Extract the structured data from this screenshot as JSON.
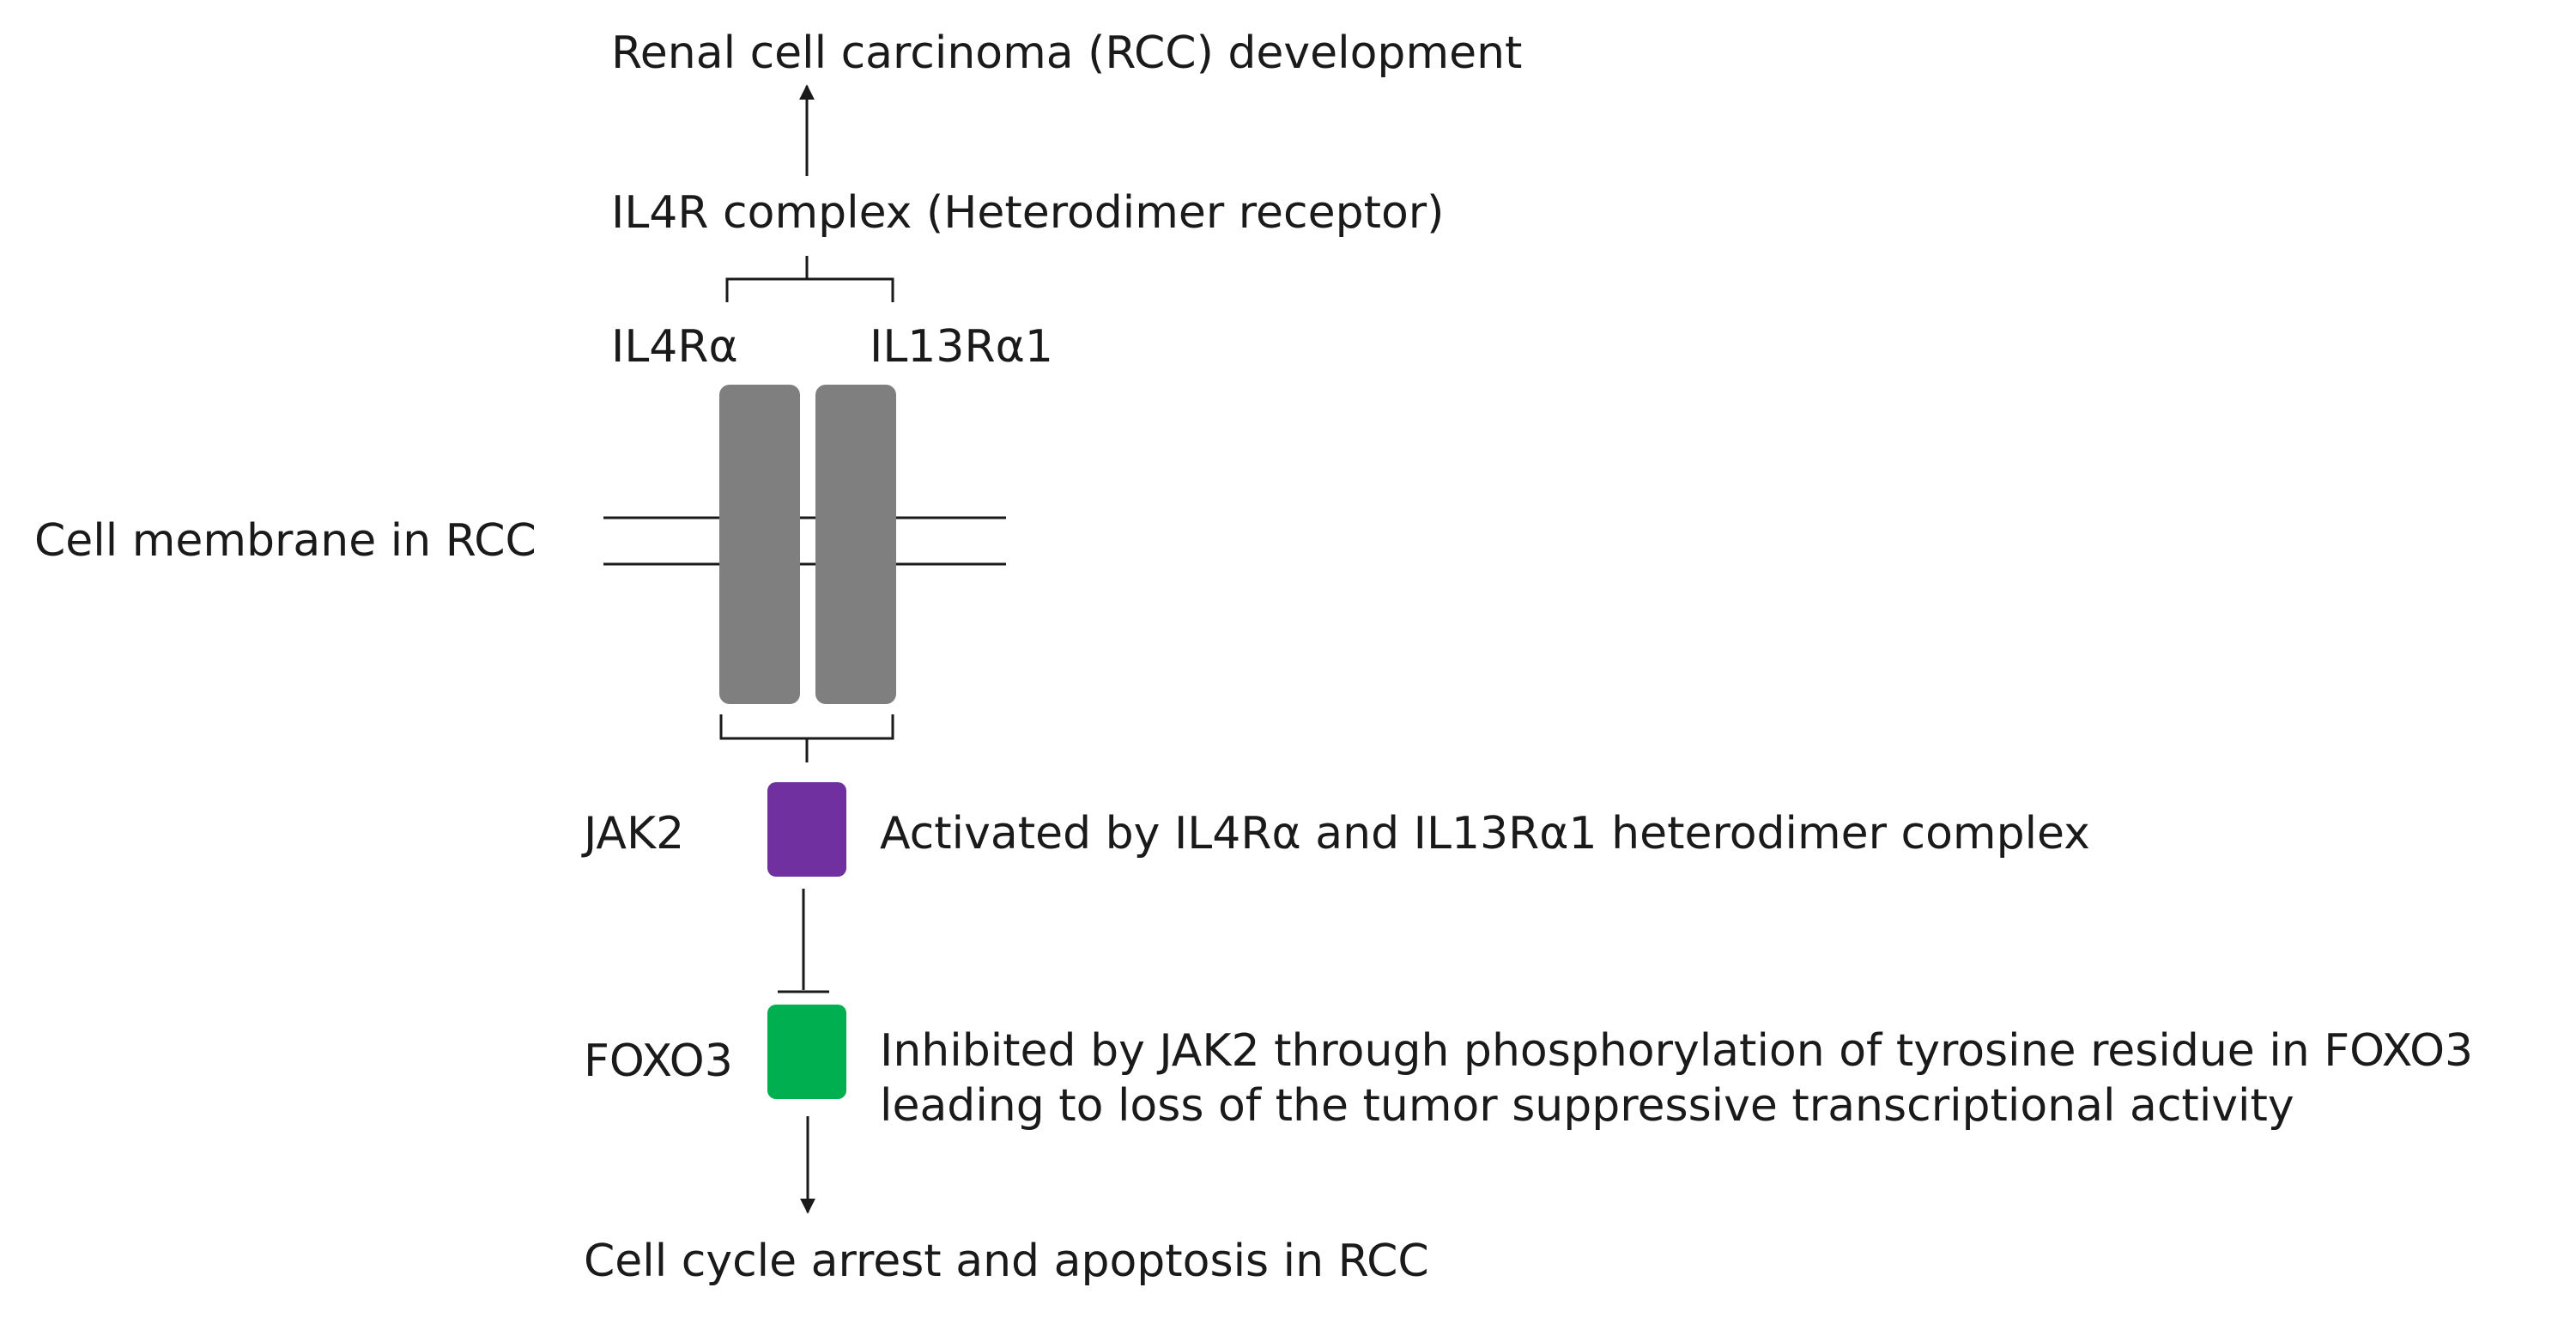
{
  "labels": {
    "top_outcome": "Renal cell carcinoma (RCC) development",
    "receptor_complex": "IL4R complex (Heterodimer receptor)",
    "subunit_left": "IL4Rα",
    "subunit_right": "IL13Rα1",
    "membrane": "Cell membrane in RCC",
    "jak2": "JAK2",
    "jak2_note": "Activated by IL4Rα and IL13Rα1 heterodimer complex",
    "foxo3": "FOXO3",
    "foxo3_note_line1": "Inhibited by JAK2 through phosphorylation of tyrosine residue in FOXO3",
    "foxo3_note_line2": "leading to loss of the tumor suppressive transcriptional activity",
    "bottom_outcome": "Cell cycle arrest and apoptosis in RCC"
  },
  "colors": {
    "receptor": "#7f7f7f",
    "jak2": "#7030a0",
    "foxo3": "#00b050",
    "line": "#1a1a1a"
  },
  "relations": [
    {
      "from": "IL4R complex",
      "to": "Renal cell carcinoma (RCC) development",
      "type": "activates"
    },
    {
      "from": "IL4R complex",
      "to": "JAK2",
      "type": "activates"
    },
    {
      "from": "JAK2",
      "to": "FOXO3",
      "type": "inhibits"
    },
    {
      "from": "FOXO3",
      "to": "Cell cycle arrest and apoptosis in RCC",
      "type": "activates"
    }
  ]
}
